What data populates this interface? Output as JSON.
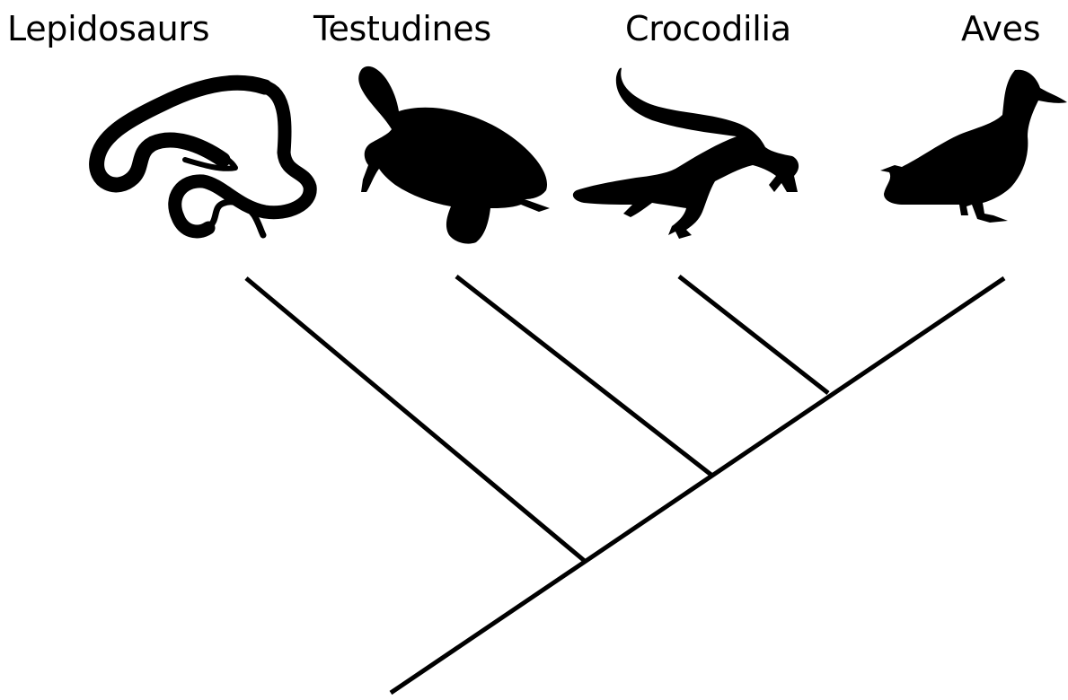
{
  "diagram": {
    "type": "cladogram",
    "line_color": "#000000",
    "silhouette_color": "#000000",
    "background": "#ffffff",
    "taxa": [
      {
        "id": "lepidosaurs",
        "label": "Lepidosaurs",
        "icon": "snake-silhouette-icon"
      },
      {
        "id": "testudines",
        "label": "Testudines",
        "icon": "turtle-silhouette-icon"
      },
      {
        "id": "crocodilia",
        "label": "Crocodilia",
        "icon": "crocodile-silhouette-icon"
      },
      {
        "id": "aves",
        "label": "Aves",
        "icon": "duck-silhouette-icon"
      }
    ],
    "topology": "(Lepidosaurs,(Testudines,(Crocodilia,Aves)))"
  }
}
